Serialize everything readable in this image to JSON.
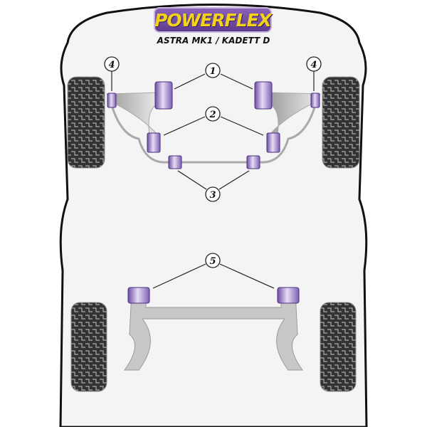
{
  "brand": "POWERFLEX",
  "model": "ASTRA MK1 / KADETT D",
  "callouts": {
    "c1": "1",
    "c2": "2",
    "c3": "3",
    "c4": "4",
    "c5": "5"
  },
  "colors": {
    "bush": "#9b7fc9",
    "logo_bg": "#6a45a0",
    "logo_text": "#f2d21b",
    "arm": "#c8c8c8",
    "body_fill": "#f3f3f3"
  }
}
